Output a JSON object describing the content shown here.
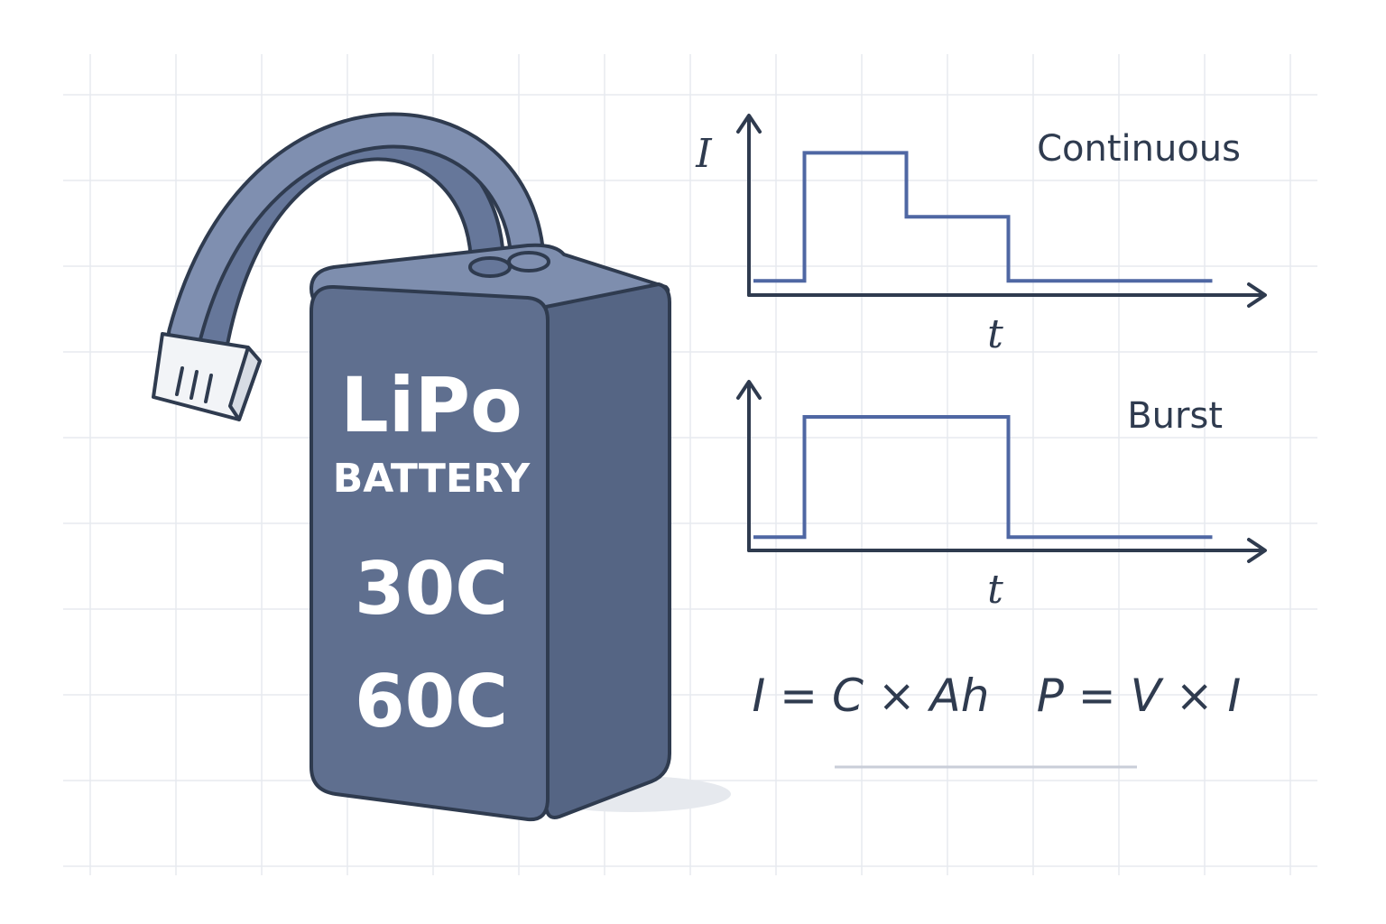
{
  "battery": {
    "brand": "LiPo",
    "type": "BATTERY",
    "rating_continuous": "30C",
    "rating_burst": "60C"
  },
  "colors": {
    "battery_body": "#5f6f8f",
    "battery_outline": "#2f3b4f",
    "trace": "#4f67a3",
    "axis": "#2f3b4f",
    "grid": "#e7eaef"
  },
  "chart_data": [
    {
      "type": "line",
      "title": "Continuous",
      "ylabel": "I",
      "xlabel": "t",
      "step": true,
      "x": [
        0,
        1,
        1,
        3,
        3,
        5,
        5,
        9
      ],
      "y": [
        0.1,
        0.1,
        1.0,
        1.0,
        0.55,
        0.55,
        0.1,
        0.1
      ],
      "xlim": [
        0,
        10
      ],
      "ylim": [
        0,
        1.25
      ],
      "grid": false,
      "ticks": false
    },
    {
      "type": "line",
      "title": "Burst",
      "ylabel": "",
      "xlabel": "t",
      "step": true,
      "x": [
        0,
        1,
        1,
        5,
        5,
        9
      ],
      "y": [
        0.1,
        0.1,
        1.0,
        1.0,
        0.1,
        0.1
      ],
      "xlim": [
        0,
        10
      ],
      "ylim": [
        0,
        1.25
      ],
      "grid": false,
      "ticks": false
    }
  ],
  "formulas": {
    "current": "I = C × Ah",
    "power": "P = V × I"
  }
}
